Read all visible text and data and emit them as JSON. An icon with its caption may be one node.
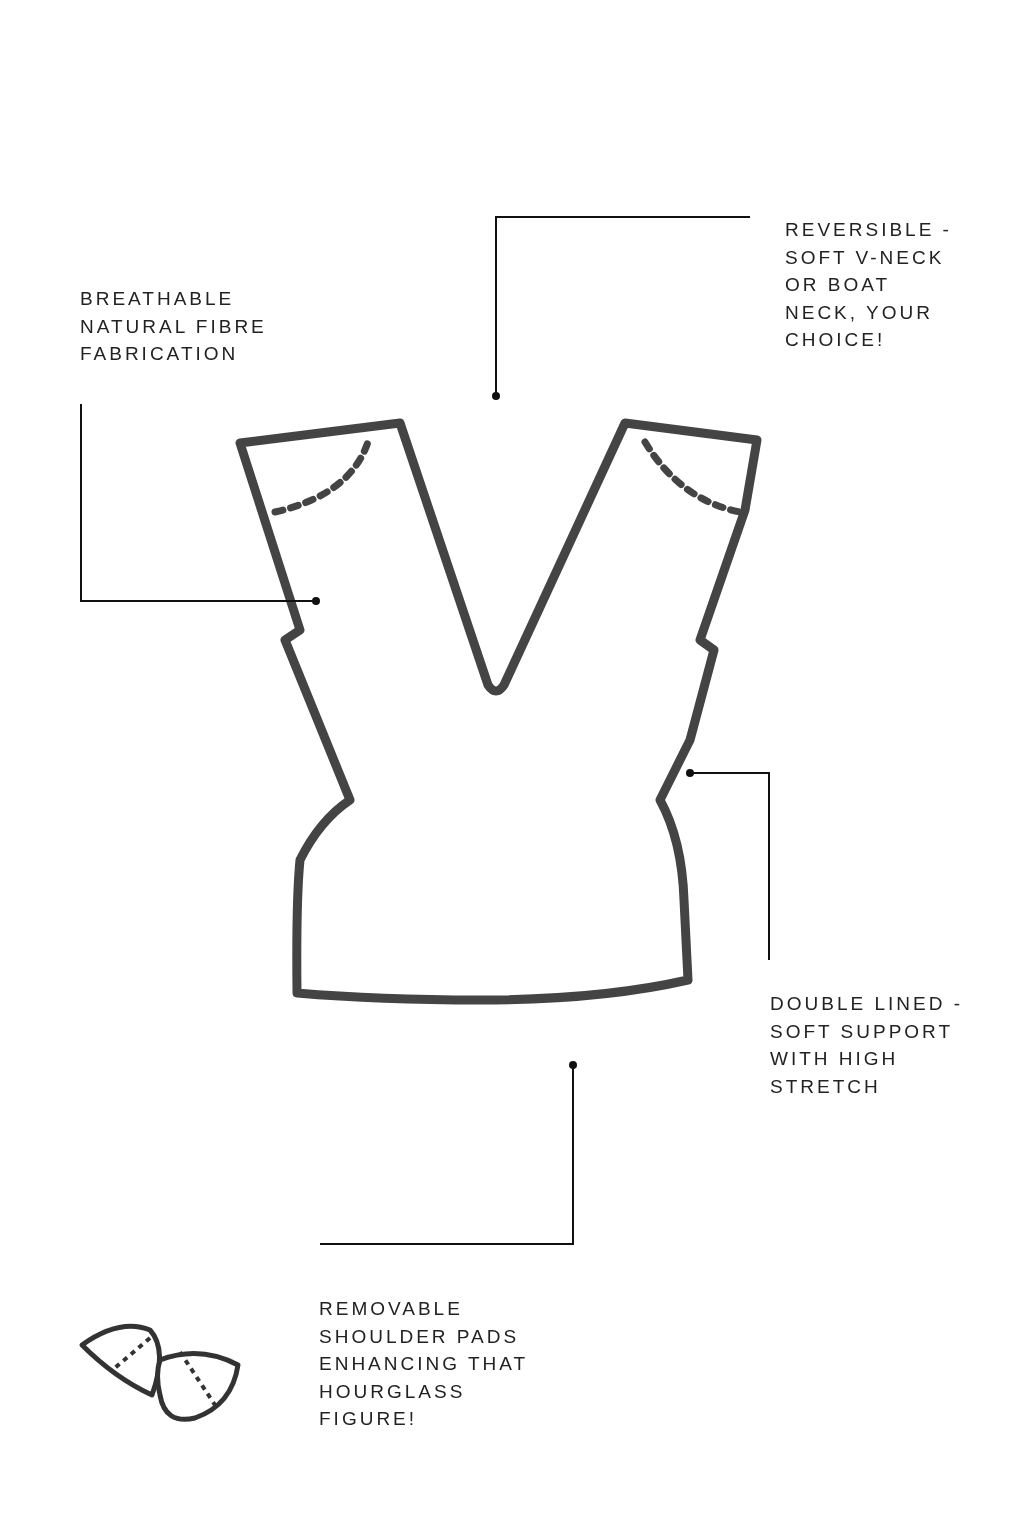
{
  "diagram": {
    "nodes": [
      {
        "text": [
          "BREATHABLE NATURAL FIBRE FABRICATION"
        ]
      },
      {
        "text": [
          "REVERSIBLE - SOFT V-NECK OR BOAT NECK, YOUR CHOICE!"
        ]
      },
      {
        "text": [
          "DOUBLE LINED - SOFT SUPPORT WITH HIGH STRETCH"
        ]
      },
      {
        "text": [
          "REMOVABLE SHOULDER PADS ENHANCING THAT HOURGLASS FIGURE!"
        ]
      },
      {
        "text": [],
        "shape": "picture"
      }
    ],
    "edges": [
      {
        "from": 0,
        "to": 4,
        "arrow": "other"
      },
      {
        "from": 1,
        "to": 4,
        "arrow": "other"
      },
      {
        "from": 2,
        "to": 4,
        "arrow": "other"
      },
      {
        "from": 3,
        "to": 4,
        "arrow": "other"
      }
    ]
  }
}
